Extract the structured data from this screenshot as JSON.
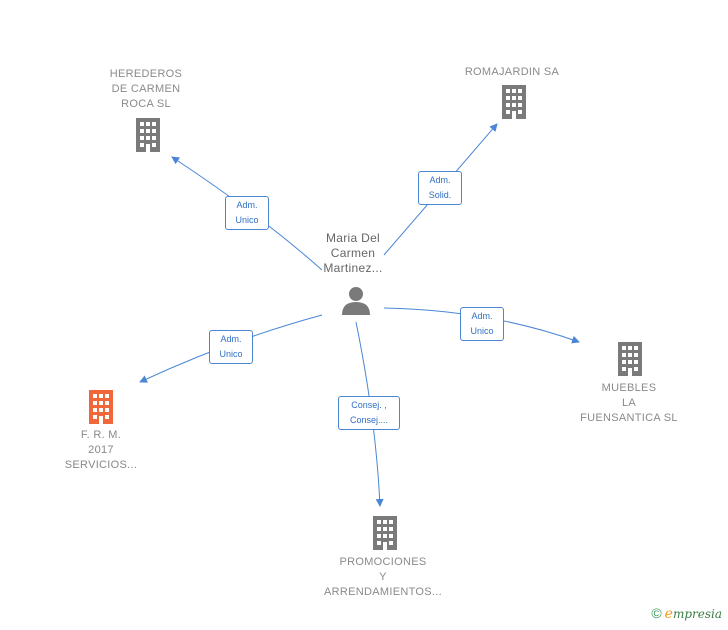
{
  "nodes": {
    "center": {
      "label": "Maria Del\nCarmen\nMartinez...",
      "icon": "person-icon"
    },
    "herederos": {
      "label": "HEREDEROS\nDE CARMEN\nROCA SL",
      "icon": "building-icon"
    },
    "romajardin": {
      "label": "ROMAJARDIN SA",
      "icon": "building-icon"
    },
    "muebles": {
      "label": "MUEBLES\nLA\nFUENSANTICA SL",
      "icon": "building-icon"
    },
    "frm": {
      "label": "F. R. M.\n2017\nSERVICIOS...",
      "icon": "building-icon"
    },
    "promociones": {
      "label": "PROMOCIONES\nY\nARRENDAMIENTOS...",
      "icon": "building-icon"
    }
  },
  "edges": {
    "herederos": "Adm.\nUnico",
    "romajardin": "Adm.\nSolid.",
    "muebles": "Adm.\nUnico",
    "frm": "Adm.\nUnico",
    "promociones": "Consej. ,\nConsej...."
  },
  "colors": {
    "edge": "#4a86d4",
    "building": "#7a7a7a",
    "building_highlight": "#f0673a",
    "person": "#7a7a7a"
  },
  "footer": {
    "copyright": "©",
    "brand_first": "e",
    "brand_rest": "mpresia"
  }
}
